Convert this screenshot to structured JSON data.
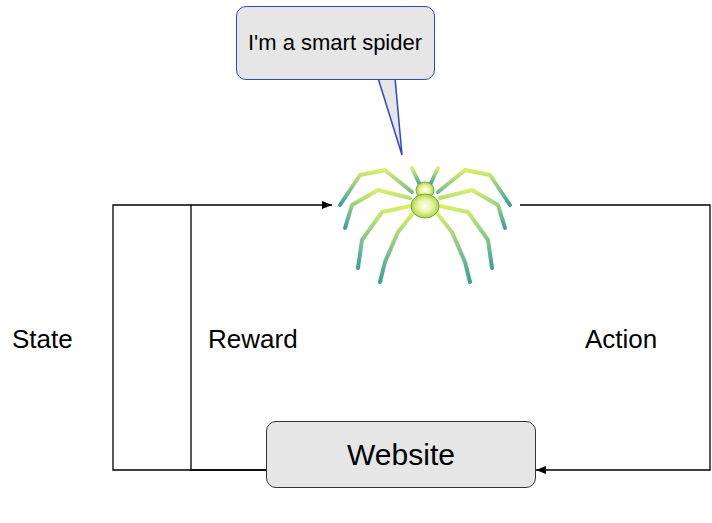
{
  "diagram": {
    "nodes": [
      {
        "text": [
          "I'm a smart spider"
        ]
      },
      {
        "text": [
          "Website"
        ]
      }
    ],
    "labels": [
      "State",
      "Reward",
      "Action"
    ]
  }
}
